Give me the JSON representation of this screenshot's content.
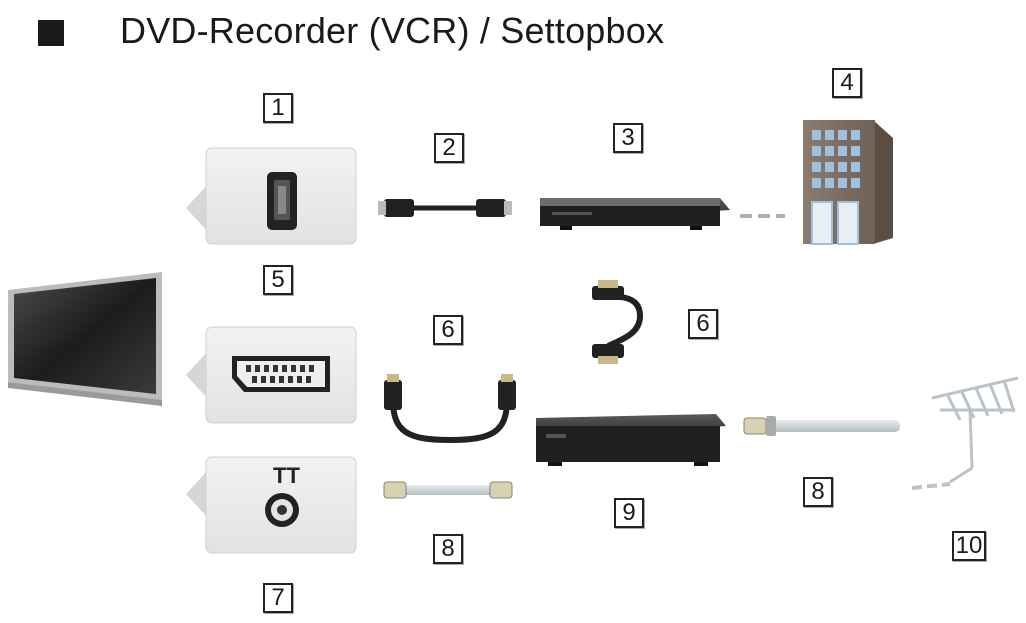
{
  "title": "DVD-Recorder (VCR) / Settopbox",
  "callouts": {
    "n1": "1",
    "n2": "2",
    "n3": "3",
    "n4": "4",
    "n5": "5",
    "n6a": "6",
    "n6b": "6",
    "n7": "7",
    "n8a": "8",
    "n8b": "8",
    "n9": "9",
    "n10": "10"
  },
  "colors": {
    "panel": "#ececec",
    "device": "#2a2a2a",
    "building": "#7a6a5e",
    "window": "#9ec0de",
    "cable_grey": "#c9d2d6"
  }
}
